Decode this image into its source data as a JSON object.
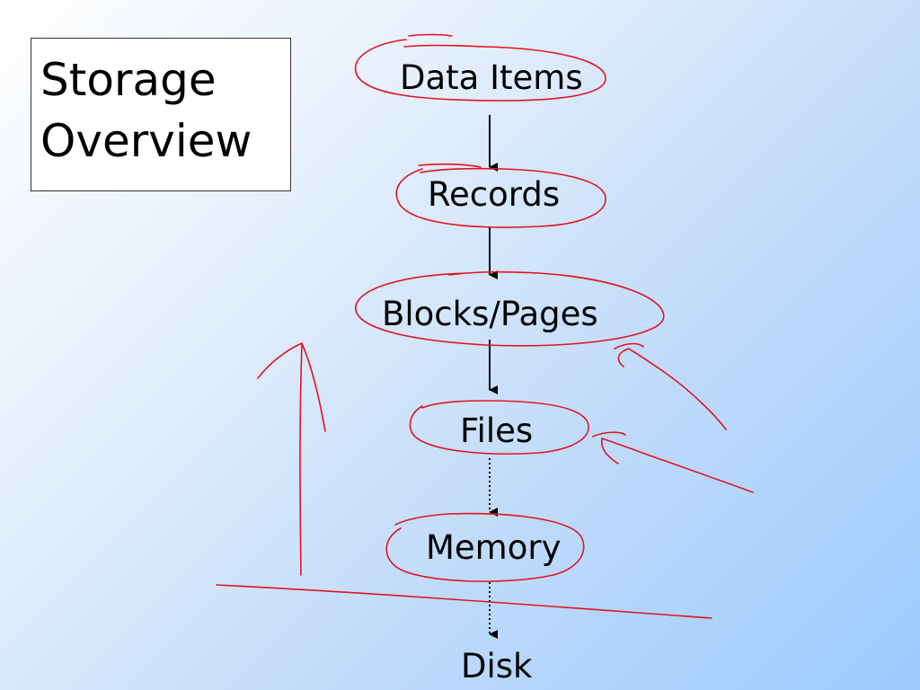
{
  "slide": {
    "title_line1": "Storage",
    "title_line2": "Overview"
  },
  "flow": {
    "nodes": [
      {
        "id": "data-items",
        "label": "Data Items"
      },
      {
        "id": "records",
        "label": "Records"
      },
      {
        "id": "blocks-pages",
        "label": "Blocks/Pages"
      },
      {
        "id": "files",
        "label": "Files"
      },
      {
        "id": "memory",
        "label": "Memory"
      },
      {
        "id": "disk",
        "label": "Disk"
      }
    ],
    "arrows": [
      {
        "from": "data-items",
        "to": "records",
        "style": "solid"
      },
      {
        "from": "records",
        "to": "blocks-pages",
        "style": "solid"
      },
      {
        "from": "blocks-pages",
        "to": "files",
        "style": "solid"
      },
      {
        "from": "files",
        "to": "memory",
        "style": "dotted"
      },
      {
        "from": "memory",
        "to": "disk",
        "style": "dotted"
      }
    ]
  },
  "annotations": {
    "ink_color": "#e0141e",
    "circled_nodes": [
      "data-items",
      "records",
      "blocks-pages",
      "files",
      "memory"
    ],
    "marks": [
      "upward-arrow",
      "pointer-to-blocks-pages",
      "pointer-to-files",
      "memory-disk-boundary-line"
    ]
  }
}
